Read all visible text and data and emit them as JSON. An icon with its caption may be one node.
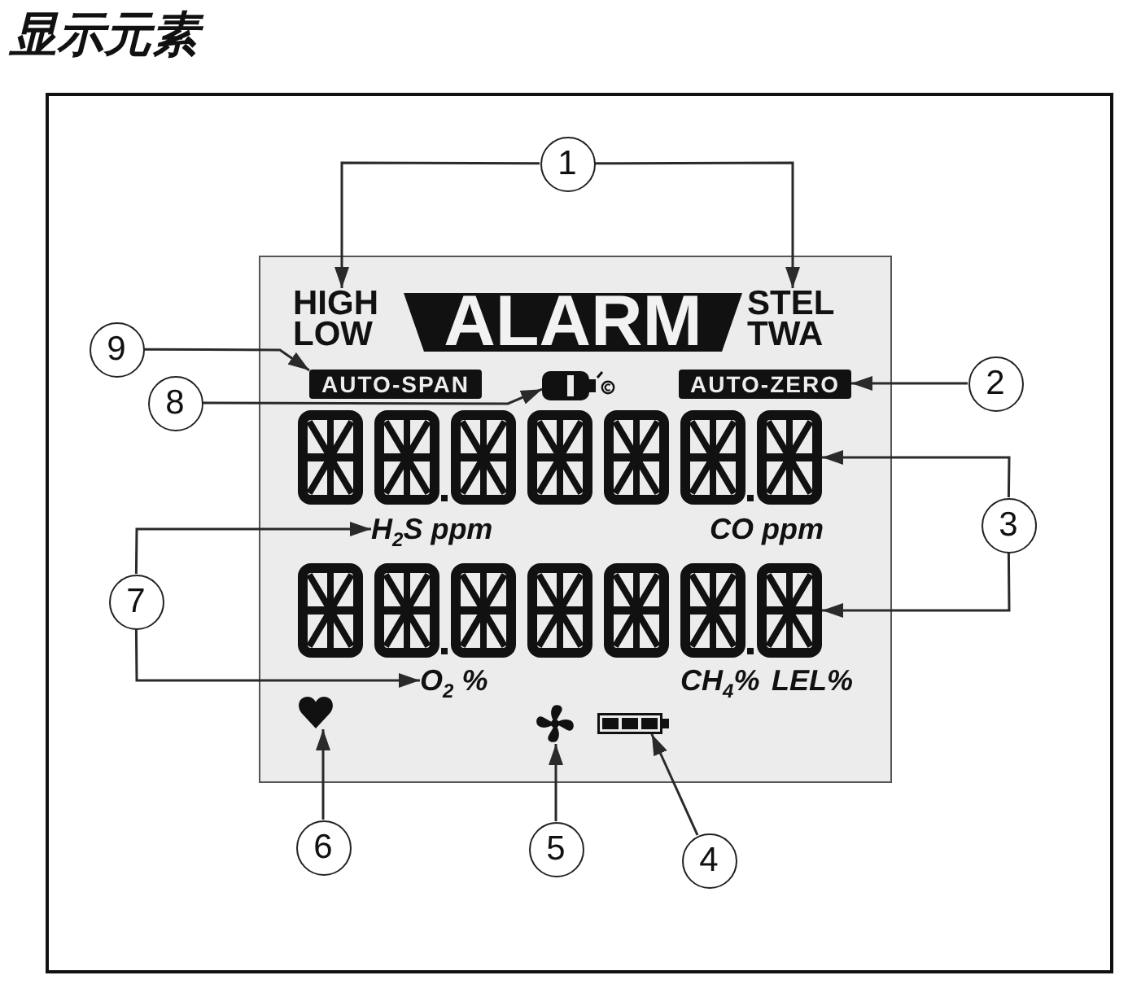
{
  "diagram": {
    "title": "显示元素",
    "nodes": [
      {
        "text": [
          "1"
        ]
      },
      {
        "text": [
          "HIGH",
          "LOW"
        ]
      },
      {
        "text": [
          "ALARM"
        ]
      },
      {
        "text": [
          "STEL",
          "TWA"
        ]
      },
      {
        "text": [
          "9"
        ]
      },
      {
        "text": [
          "AUTO-SPAN"
        ]
      },
      {
        "text": [],
        "shape": "picture"
      },
      {
        "text": [
          "AUTO-ZERO"
        ]
      },
      {
        "text": [
          "2"
        ]
      },
      {
        "text": [
          "8"
        ]
      },
      {
        "text": [],
        "shape": "picture"
      },
      {
        "text": [
          "3"
        ]
      },
      {
        "text": [
          "H$_{2}$S ppm"
        ]
      },
      {
        "text": [
          "7"
        ]
      },
      {
        "text": [],
        "shape": "picture"
      },
      {
        "text": [
          "O$_{2}$ %"
        ]
      },
      {
        "text": [],
        "shape": "picture"
      },
      {
        "text": [],
        "shape": "picture"
      },
      {
        "text": [],
        "shape": "picture"
      },
      {
        "text": [
          "6"
        ]
      },
      {
        "text": [
          "5"
        ]
      },
      {
        "text": [
          "4"
        ]
      }
    ],
    "edges": [
      {
        "from": 0,
        "to": 1,
        "arrow": "to"
      },
      {
        "from": 0,
        "to": 3,
        "arrow": "to"
      },
      {
        "from": 4,
        "to": 5,
        "arrow": "to"
      },
      {
        "from": 9,
        "to": 6,
        "arrow": "to"
      },
      {
        "from": 8,
        "to": 7,
        "arrow": "to"
      },
      {
        "from": 11,
        "to": 10,
        "arrow": "to"
      },
      {
        "from": 11,
        "to": 14,
        "arrow": "to"
      },
      {
        "from": 13,
        "to": 12,
        "arrow": "to"
      },
      {
        "from": 13,
        "to": 15,
        "arrow": "to"
      },
      {
        "from": 19,
        "to": 16,
        "arrow": "to"
      },
      {
        "from": 20,
        "to": 17,
        "arrow": "to"
      },
      {
        "from": 21,
        "to": 18,
        "arrow": "to"
      }
    ],
    "labels": [
      "CO ppm",
      "CH$_{4}$%",
      "LEL%"
    ]
  }
}
